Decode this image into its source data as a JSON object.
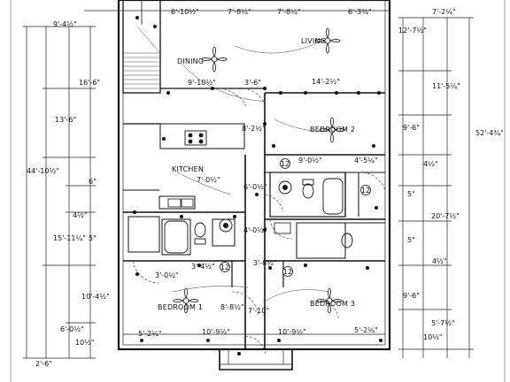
{
  "rooms": {
    "dining": "DINING",
    "living": "LIVING",
    "kitchen": "KITCHEN",
    "bedroom2": "BEDROOM 2",
    "bedroom1": "BEDROOM 1",
    "bedroom3": "BEDROOM 3"
  },
  "dims": {
    "top_1": "6'-10½\"",
    "top_2": "7'-8¼\"",
    "top_3": "7'-8¼\"",
    "top_4": "6'-3¾\"",
    "top_left": "9'-4½\"",
    "top_right": "7'-2¼\"",
    "left_16_6": "16'-6\"",
    "left_13_6": "13'-6\"",
    "left_44": "44'-10½\"",
    "left_6": "6\"",
    "left_4_half": "4½\"",
    "left_15_11": "15'-11¼\"",
    "left_5": "5\"",
    "left_10_4": "10'-4½\"",
    "left_6_0": "6'-0½\"",
    "left_10_half": "10½\"",
    "left_2_6": "2'-6\"",
    "right_12_7": "12'-7½\"",
    "right_11_5": "11'-5¼\"",
    "right_9_6a": "9'-6\"",
    "right_52_4": "52'-4¾\"",
    "right_4_half_a": "4½\"",
    "right_5a": "5\"",
    "right_20_7": "20'-7½\"",
    "right_5b": "5\"",
    "right_4_half_b": "4½\"",
    "right_9_6b": "9'-6\"",
    "right_5_7": "5'-7½\"",
    "right_10_half": "10½\"",
    "int_9_10": "9'-10½\"",
    "int_3_6": "3'-6\"",
    "int_14_2": "14'-2½\"",
    "int_8_2": "8'-2½\"",
    "int_9_0": "9'-0½\"",
    "int_4_5": "4'-5¼\"",
    "int_7_0": "7'-0½\"",
    "int_6_0": "6'-0½\"",
    "int_4_0": "4'-0½\"",
    "int_3_4": "3'-4½\"",
    "int_3_8": "3'-8½\"",
    "int_3_0": "3'-0½\"",
    "int_8_8": "8'-8½\"",
    "int_7_10": "7'-10\"",
    "bot_5_2a": "5'-2¼\"",
    "bot_10_9a": "10'-9½\"",
    "bot_10_9b": "10'-9½\"",
    "bot_5_2b": "5'-2¼\""
  },
  "marks": {
    "m1": "12",
    "m2": "12",
    "m3": "12",
    "m4": "12"
  }
}
